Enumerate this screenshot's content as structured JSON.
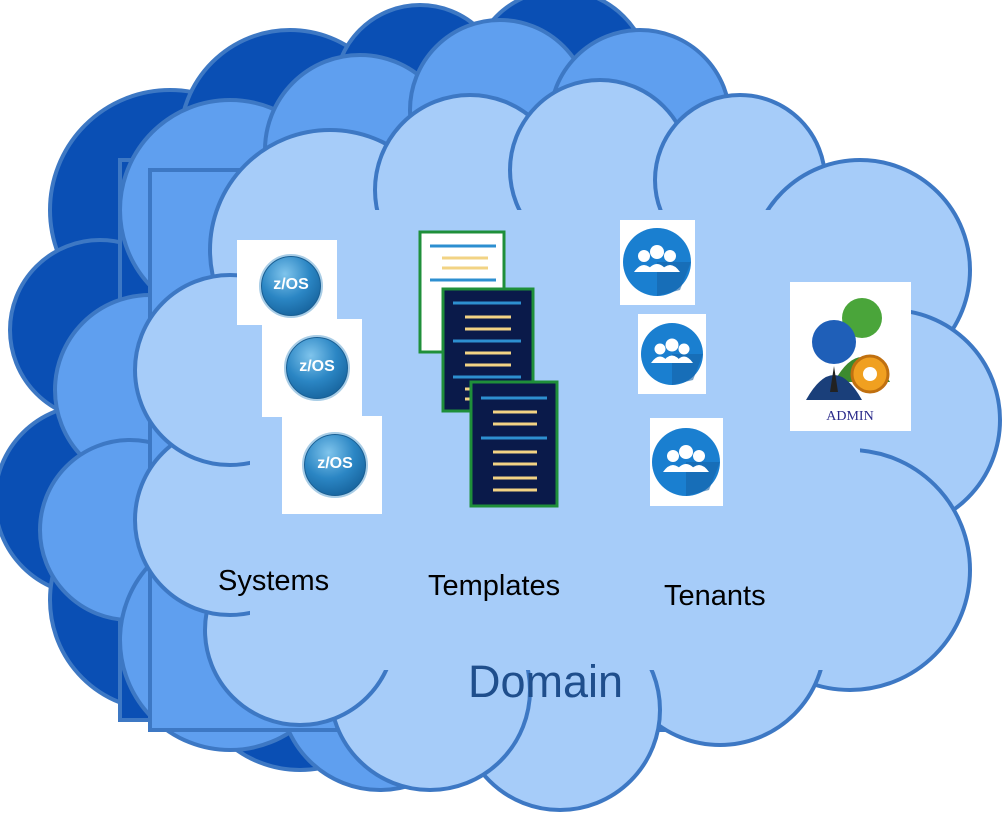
{
  "diagram": {
    "colors": {
      "cloud_dark": "#0a4fb4",
      "cloud_mid": "#5f9fef",
      "cloud_light": "#a6ccf9",
      "outline": "#3d78c4",
      "domain_text": "#1f4e8c",
      "template_light_border": "#1f8f3a",
      "template_dark_fill": "#0a1a4a",
      "template_lines": "#f2d384",
      "template_blue_lines": "#2d8fd0",
      "tenant_blue": "#1a7fd0"
    },
    "labels": {
      "systems": "Systems",
      "templates": "Templates",
      "tenants": "Tenants",
      "domain": "Domain"
    },
    "icons": {
      "zos_text": "z/OS",
      "admin_text": "ADMIN"
    }
  }
}
